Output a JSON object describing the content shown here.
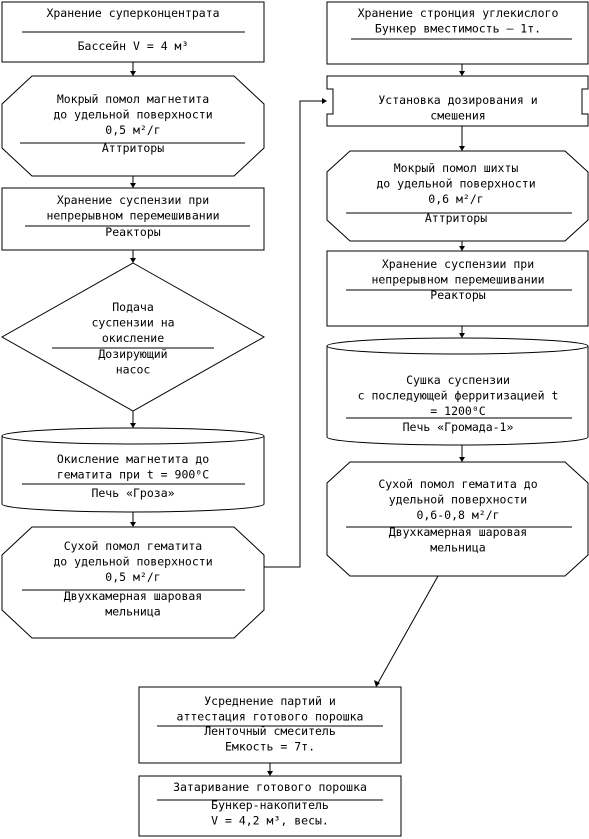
{
  "nodes": {
    "n1": {
      "lines": [
        "Хранение суперконцентрата"
      ],
      "sub": [
        "Бассейн V = 4 м³"
      ]
    },
    "n2": {
      "lines": [
        "Мокрый помол магнетита",
        "до удельной поверхности",
        "0,5 м²/г"
      ],
      "sub": [
        "Аттриторы"
      ]
    },
    "n3": {
      "lines": [
        "Хранение суспензии при",
        "непрерывном перемешивании"
      ],
      "sub": [
        "Реакторы"
      ]
    },
    "n4": {
      "lines": [
        "Подача",
        "суспензии на",
        "окисление"
      ],
      "sub": [
        "Дозирующий",
        "насос"
      ]
    },
    "n5": {
      "lines": [
        "Окисление магнетита до",
        "гематита при t = 900⁰С"
      ],
      "sub": [
        "Печь «Гроза»"
      ]
    },
    "n6": {
      "lines": [
        "Сухой помол гематита",
        "до удельной поверхности",
        "0,5 м²/г"
      ],
      "sub": [
        "Двухкамерная шаровая",
        "мельница"
      ]
    },
    "n7": {
      "lines": [
        "Хранение стронция углекислого",
        "Бункер вместимость – 1т."
      ],
      "sub": []
    },
    "n8": {
      "lines": [
        "Установка дозирования и",
        "смешения"
      ],
      "sub": []
    },
    "n9": {
      "lines": [
        "Мокрый помол шихты",
        "до удельной поверхности",
        "0,6 м²/г"
      ],
      "sub": [
        "Аттриторы"
      ]
    },
    "n10": {
      "lines": [
        "Хранение суспензии при",
        "непрерывном перемешивании"
      ],
      "sub": [
        "Реакторы"
      ]
    },
    "n11": {
      "lines": [
        "Сушка суспензии",
        "с последующей ферритизацией t",
        "= 1200⁰С"
      ],
      "sub": [
        "Печь «Громада-1»"
      ]
    },
    "n12": {
      "lines": [
        "Сухой помол гематита до",
        "удельной поверхности",
        "0,6-0,8 м²/г"
      ],
      "sub": [
        "Двухкамерная шаровая",
        "мельница"
      ]
    },
    "n13": {
      "lines": [
        "Усреднение партий и",
        "аттестация готового порошка"
      ],
      "sub": [
        "Ленточный смеситель",
        "Емкость = 7т."
      ]
    },
    "n14": {
      "lines": [
        "Затаривание готового порошка"
      ],
      "sub": [
        "Бункер-накопитель",
        "V = 4,2 м³, весы."
      ]
    }
  }
}
